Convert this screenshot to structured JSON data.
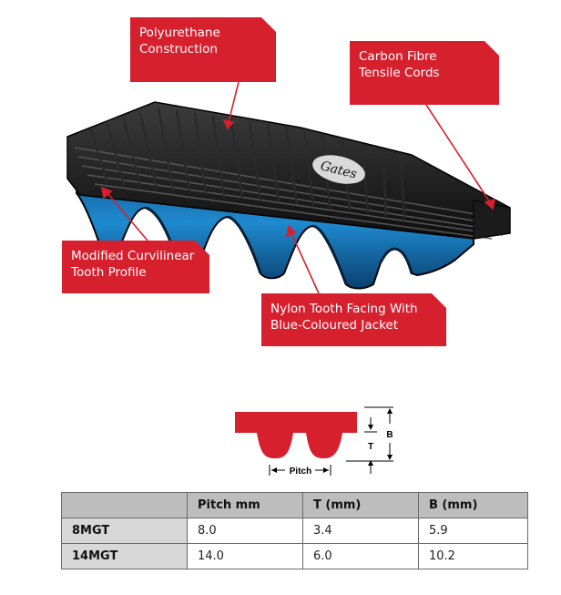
{
  "callouts": {
    "polyurethane": [
      "Polyurethane",
      "Construction"
    ],
    "carbon": [
      "Carbon Fibre",
      "Tensile Cords"
    ],
    "tooth_profile": [
      "Modified Curvilinear",
      "Tooth Profile"
    ],
    "nylon": [
      "Nylon Tooth Facing With",
      "Blue-Coloured Jacket"
    ]
  },
  "belt": {
    "logo_text": "Gates"
  },
  "diagram": {
    "pitch": "Pitch",
    "t": "T",
    "b": "B"
  },
  "colors": {
    "accent_red": "#d6202e",
    "jacket_blue": "#1f8ad0",
    "belt_black": "#141414"
  },
  "table": {
    "headers": [
      "",
      "Pitch mm",
      "T (mm)",
      "B (mm)"
    ],
    "rows": [
      {
        "name": "8MGT",
        "pitch": "8.0",
        "t": "3.4",
        "b": "5.9"
      },
      {
        "name": "14MGT",
        "pitch": "14.0",
        "t": "6.0",
        "b": "10.2"
      }
    ]
  }
}
